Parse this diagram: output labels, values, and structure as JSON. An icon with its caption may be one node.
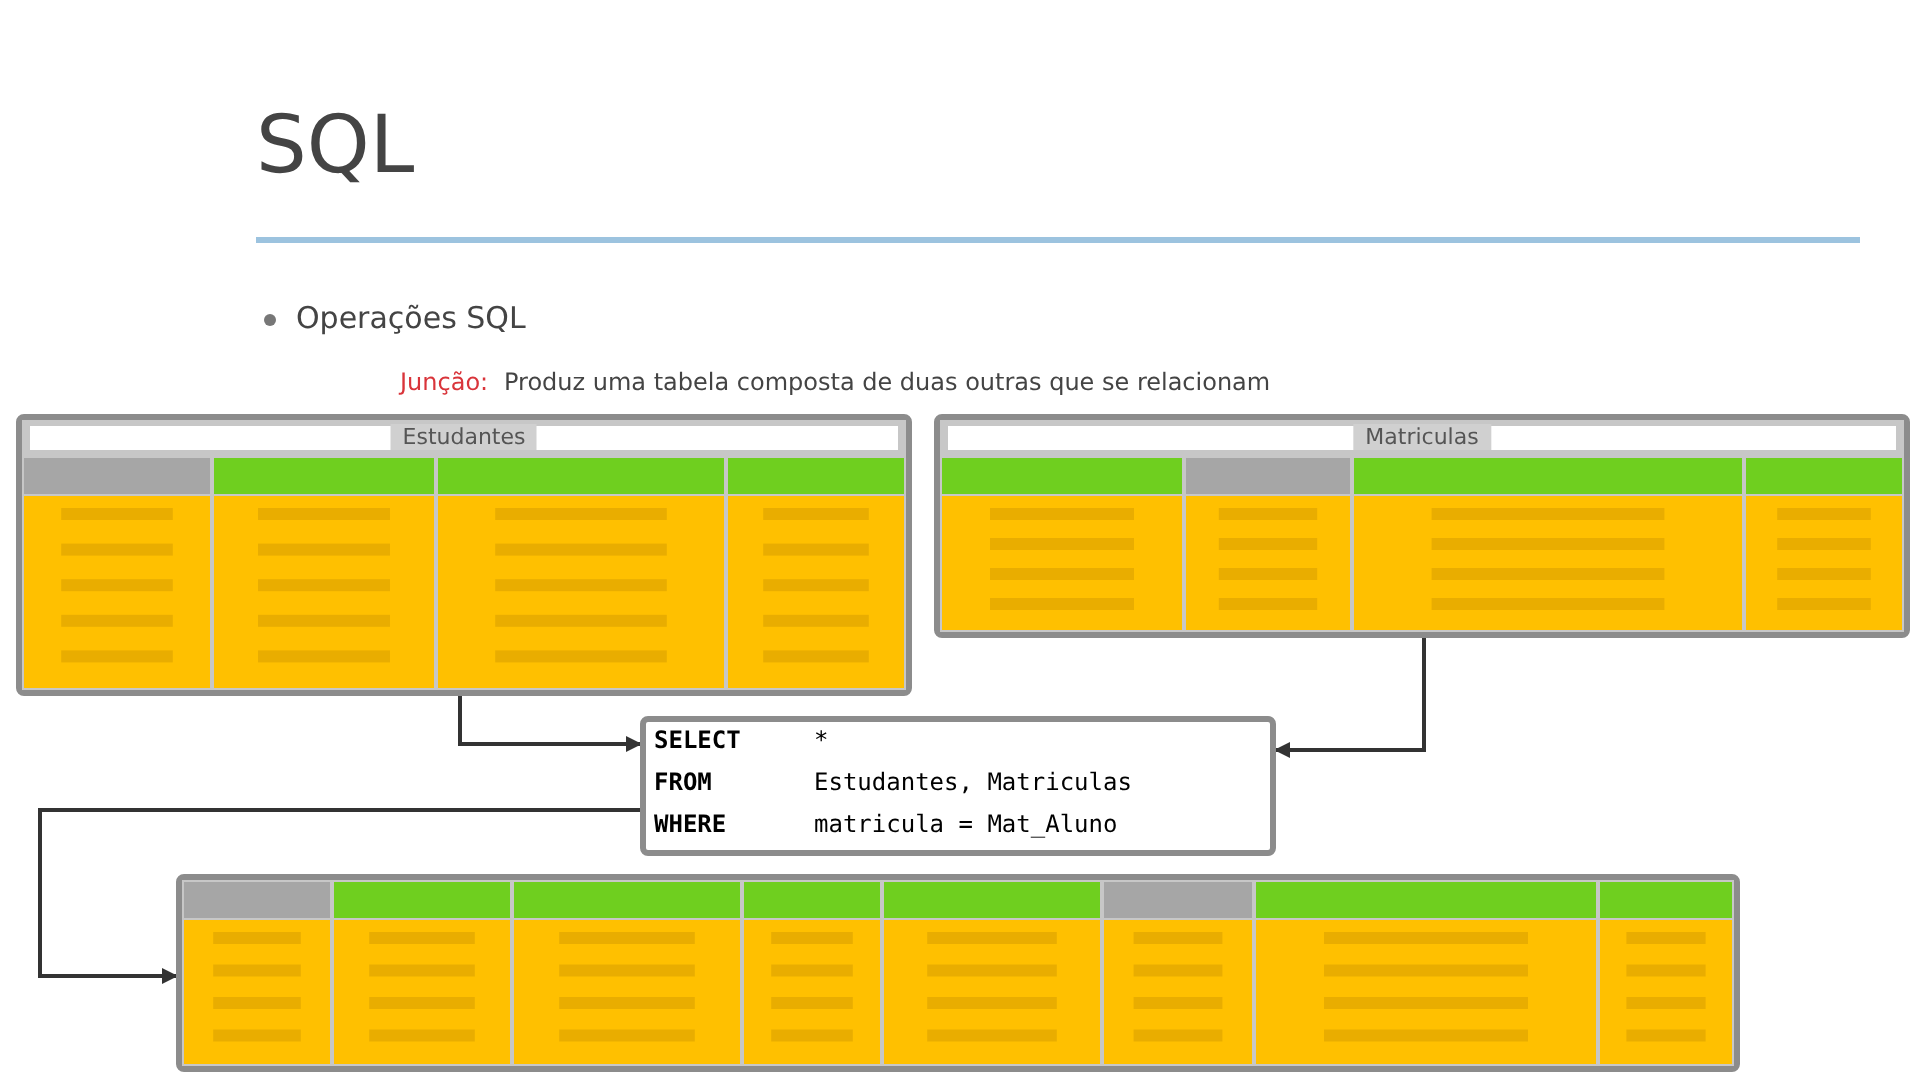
{
  "diagram": {
    "title": "SQL",
    "nodes": [
      {
        "text": [
          "Estudantes"
        ]
      },
      {
        "text": [
          "Matriculas"
        ]
      },
      {
        "text": [
          "SELECT",
          "*",
          "FROM",
          "Estudantes, Matriculas",
          "WHERE",
          "matricula = Mat_Aluno"
        ]
      },
      {
        "text": [],
        "shape": "box"
      }
    ],
    "edges": [
      {
        "from": 0,
        "to": 2,
        "arrow": "to"
      },
      {
        "from": 1,
        "to": 2,
        "arrow": "to"
      },
      {
        "from": 2,
        "to": 3,
        "arrow": "to"
      }
    ],
    "labels": [
      "Operações SQL",
      "Junção:",
      "Produz uma tabela composta de duas outras que se relacionam"
    ]
  }
}
